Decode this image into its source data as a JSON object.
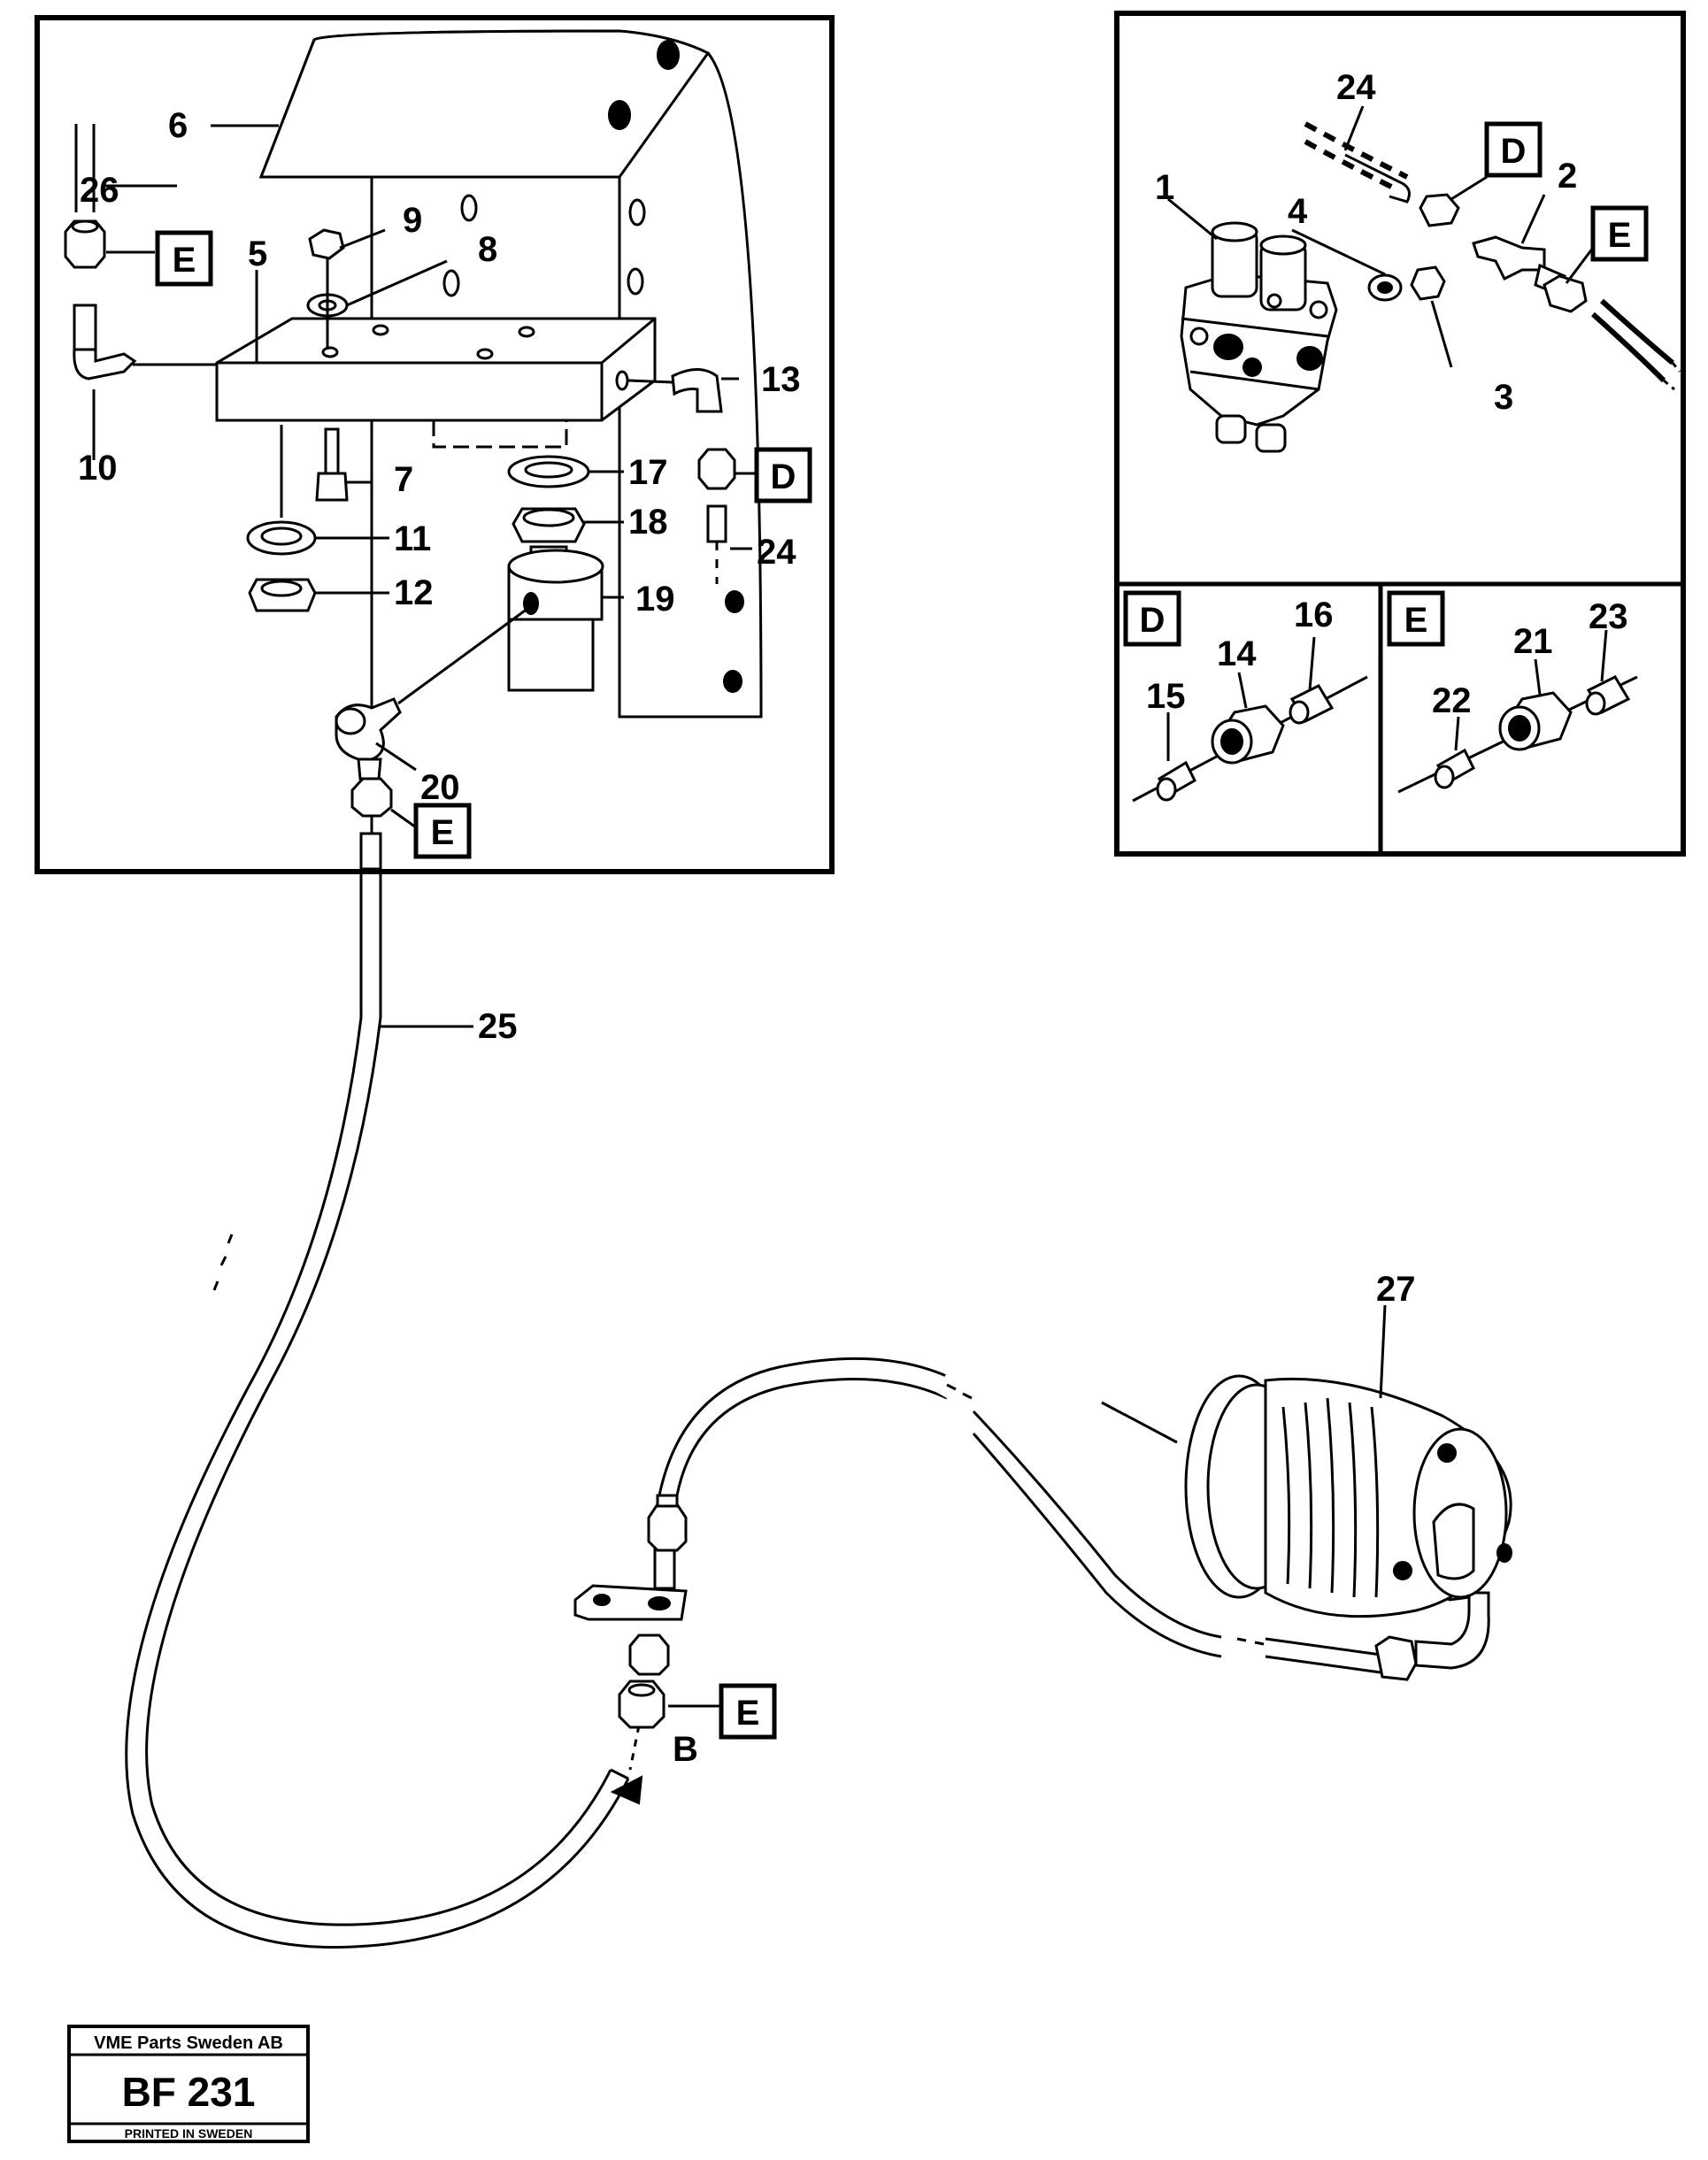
{
  "callouts": {
    "c1": "1",
    "c2": "2",
    "c3": "3",
    "c4": "4",
    "c5": "5",
    "c6": "6",
    "c7": "7",
    "c8": "8",
    "c9": "9",
    "c10": "10",
    "c11": "11",
    "c12": "12",
    "c13": "13",
    "c14": "14",
    "c15": "15",
    "c16": "16",
    "c17": "17",
    "c18": "18",
    "c19": "19",
    "c20": "20",
    "c21": "21",
    "c22": "22",
    "c23": "23",
    "c24": "24",
    "c25": "25",
    "c26": "26",
    "c27": "27",
    "c24b": "24"
  },
  "detail_refs": {
    "d": "D",
    "e": "E"
  },
  "arrow_label": "B",
  "stamp": {
    "company": "VME Parts Sweden AB",
    "code": "BF 231",
    "printed": "PRINTED IN SWEDEN"
  }
}
